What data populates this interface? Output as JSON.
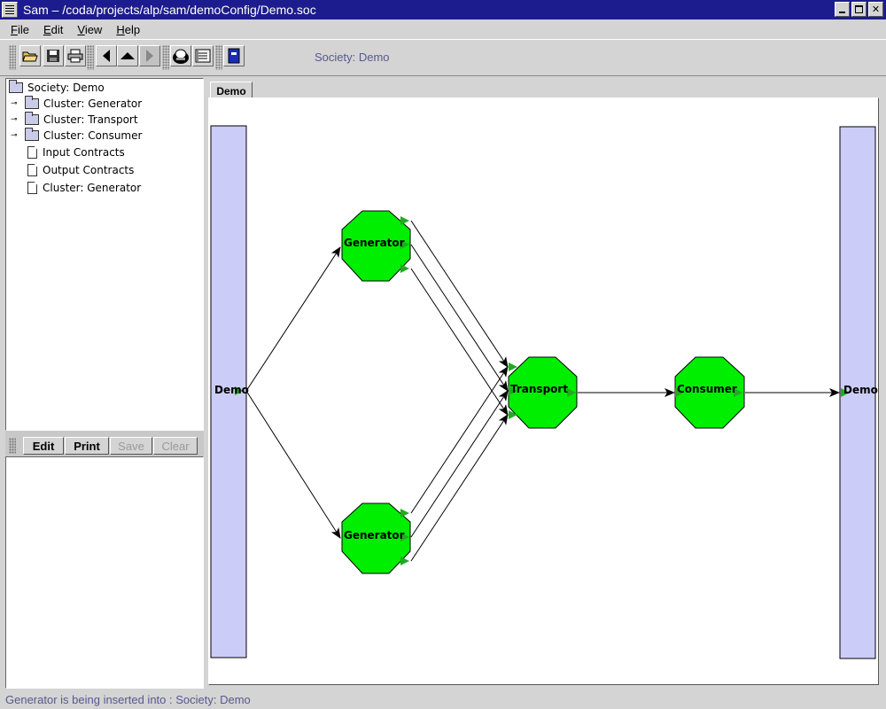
{
  "window": {
    "title": "Sam – /coda/projects/alp/sam/demoConfig/Demo.soc",
    "buttons": [
      "minimize",
      "maximize",
      "close"
    ]
  },
  "menu": {
    "file": "File",
    "edit": "Edit",
    "view": "View",
    "help": "Help"
  },
  "toolbar": {
    "icons": [
      "open-folder-icon",
      "save-icon",
      "print-icon",
      "back-arrow-icon",
      "up-arrow-icon",
      "forward-arrow-icon",
      "robot-icon",
      "list-icon",
      "book-icon"
    ],
    "society_label": "Society: Demo"
  },
  "tree": {
    "root": "Society: Demo",
    "items": [
      {
        "label": "Cluster: Generator",
        "type": "folder"
      },
      {
        "label": "Cluster: Transport",
        "type": "folder"
      },
      {
        "label": "Cluster: Consumer",
        "type": "folder"
      },
      {
        "label": "Input Contracts",
        "type": "document"
      },
      {
        "label": "Output Contracts",
        "type": "document"
      },
      {
        "label": "Cluster: Generator",
        "type": "document"
      }
    ]
  },
  "edit_toolbar": {
    "edit": "Edit",
    "print": "Print",
    "save": "Save",
    "clear": "Clear"
  },
  "tab": {
    "label": "Demo"
  },
  "graph": {
    "left_bar_label": "Demo",
    "right_bar_label": "Demo",
    "node_generator_top": "Generator",
    "node_generator_bottom": "Generator",
    "node_transport": "Transport",
    "node_consumer": "Consumer",
    "colors": {
      "node_fill": "#00ee00",
      "bar_fill": "#ccccf8",
      "port": "#22aa22"
    }
  },
  "status": {
    "text": "Generator is being inserted into : Society: Demo"
  }
}
